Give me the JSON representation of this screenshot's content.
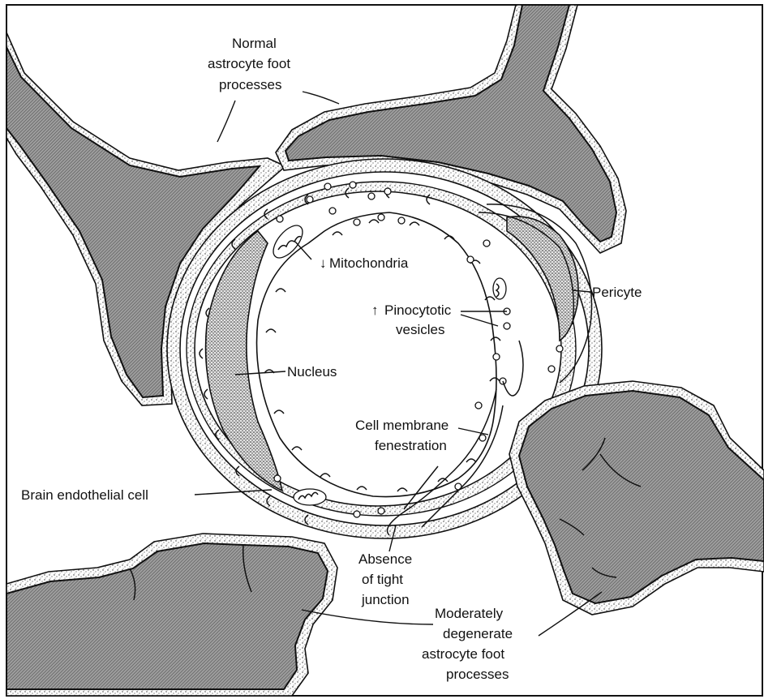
{
  "labels": {
    "astro_normal_1": "Normal",
    "astro_normal_2": "astrocyte foot",
    "astro_normal_3": "processes",
    "mitochondria": "Mitochondria",
    "mito_arrow": "↓",
    "pericyte": "Pericyte",
    "pino_arrow": "↑",
    "pino_1": "Pinocytotic",
    "pino_2": "vesicles",
    "nucleus": "Nucleus",
    "cellmem_1": "Cell membrane",
    "cellmem_2": "fenestration",
    "endothelial": "Brain endothelial cell",
    "absence_1": "Absence",
    "absence_2": "of tight",
    "absence_3": "junction",
    "degen_1": "Moderately",
    "degen_2": "degenerate",
    "degen_3": "astrocyte foot",
    "degen_4": "processes"
  },
  "colors": {
    "ink": "#111111",
    "astrocyte_fill": "#9a9a9a",
    "background": "#ffffff"
  }
}
